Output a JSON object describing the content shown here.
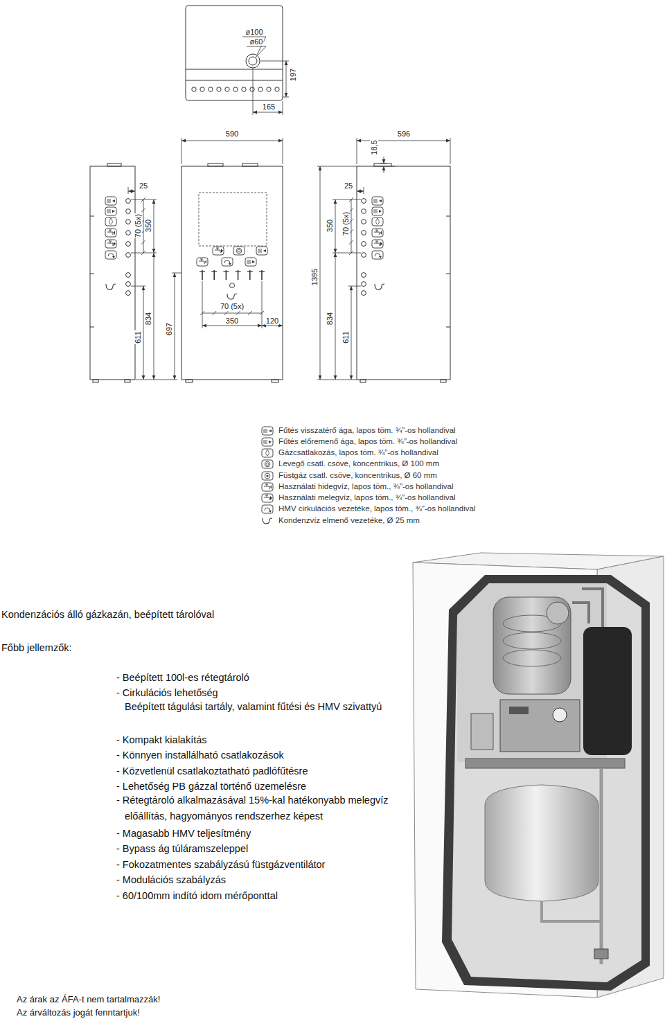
{
  "diagram": {
    "title": "Kondenzációs álló gázkazán, beépített tárolóval",
    "labels": [
      "ø100",
      "ø60",
      "197",
      "165",
      "590",
      "596",
      "18,5",
      "25",
      "70 (5x)",
      "350",
      "611",
      "834",
      "697",
      "1395",
      "350",
      "70 (5x)",
      "25",
      "834",
      "611",
      "70 (5x)",
      "350",
      "120",
      "Főbb jellemzők:",
      "- Beépített 100l-es rétegtároló",
      "- Cirkulációs lehetőség",
      "Beépített tágulási tartály, valamint fűtési és HMV szivattyú",
      "- Kompakt kialakítás",
      "- Könnyen installálható csatlakozások",
      "- Közvetlenül csatlakoztatható padlófűtésre",
      "- Lehetőség PB gázzal történő üzemelésre",
      "- Rétegtároló alkalmazásával 15%-kal hatékonyabb melegvíz előállítás, hagyományos rendszerhez képest",
      "- Magasabb HMV teljesítmény",
      "- Bypass ág túláramszeleppel",
      "- Fokozatmentes szabályzású füstgázventilátor",
      "- Modulációs szabályzás",
      "- 60/100mm indító idom mérőponttal",
      "Az árak az ÁFA-t nem tartalmazzák!",
      "Az árváltozás jogát fenntartjuk!"
    ],
    "legend": [
      {
        "text": "Fűtés visszatérő ága, lapos töm. ¾”-os hollandival"
      },
      {
        "text": "Fűtés előremenő ága, lapos töm. ¾”-os hollandival"
      },
      {
        "text": "Gázcsatlakozás, lapos töm. ¾”-os hollandival"
      },
      {
        "text": "Levegő csatl. csöve, koncentrikus, Ø 100 mm"
      },
      {
        "text": "Füstgáz csatl. csöve, koncentrikus, Ø 60 mm"
      },
      {
        "text": "Használati hidegvíz, lapos töm., ¾”-os hollandival"
      },
      {
        "text": "Használati melegvíz, lapos töm., ¾”-os hollandival"
      },
      {
        "text": "HMV cirkulációs vezetéke, lapos töm., ¾”-os hollandival"
      },
      {
        "text": "Kondenzvíz elmenő vezetéke, Ø 25 mm"
      }
    ]
  }
}
